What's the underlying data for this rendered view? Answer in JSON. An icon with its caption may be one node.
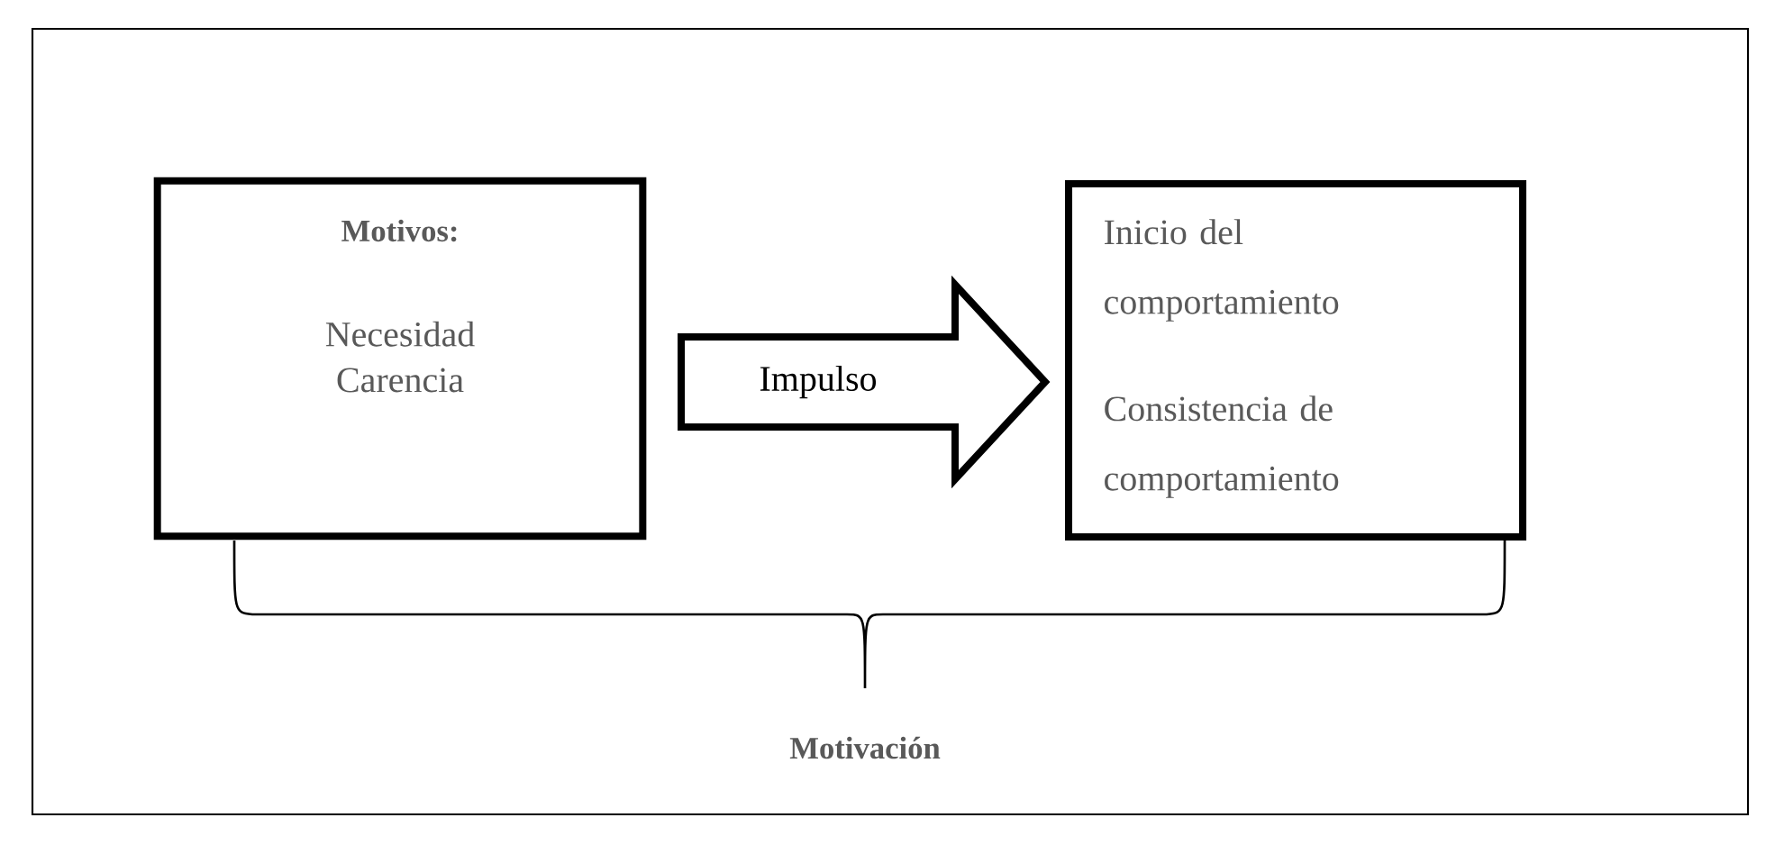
{
  "diagram": {
    "nodes": [
      {
        "text": [
          "Motivos:",
          "Necesidad Carencia"
        ]
      },
      {
        "text": [
          "Inicio del comportamiento",
          "Consistencia de comportamiento"
        ]
      }
    ],
    "edges": [
      {
        "from": 0,
        "to": 1,
        "arrow": "to",
        "label": "Impulso",
        "style": "thick"
      }
    ],
    "labels": [
      "Motivación"
    ]
  }
}
